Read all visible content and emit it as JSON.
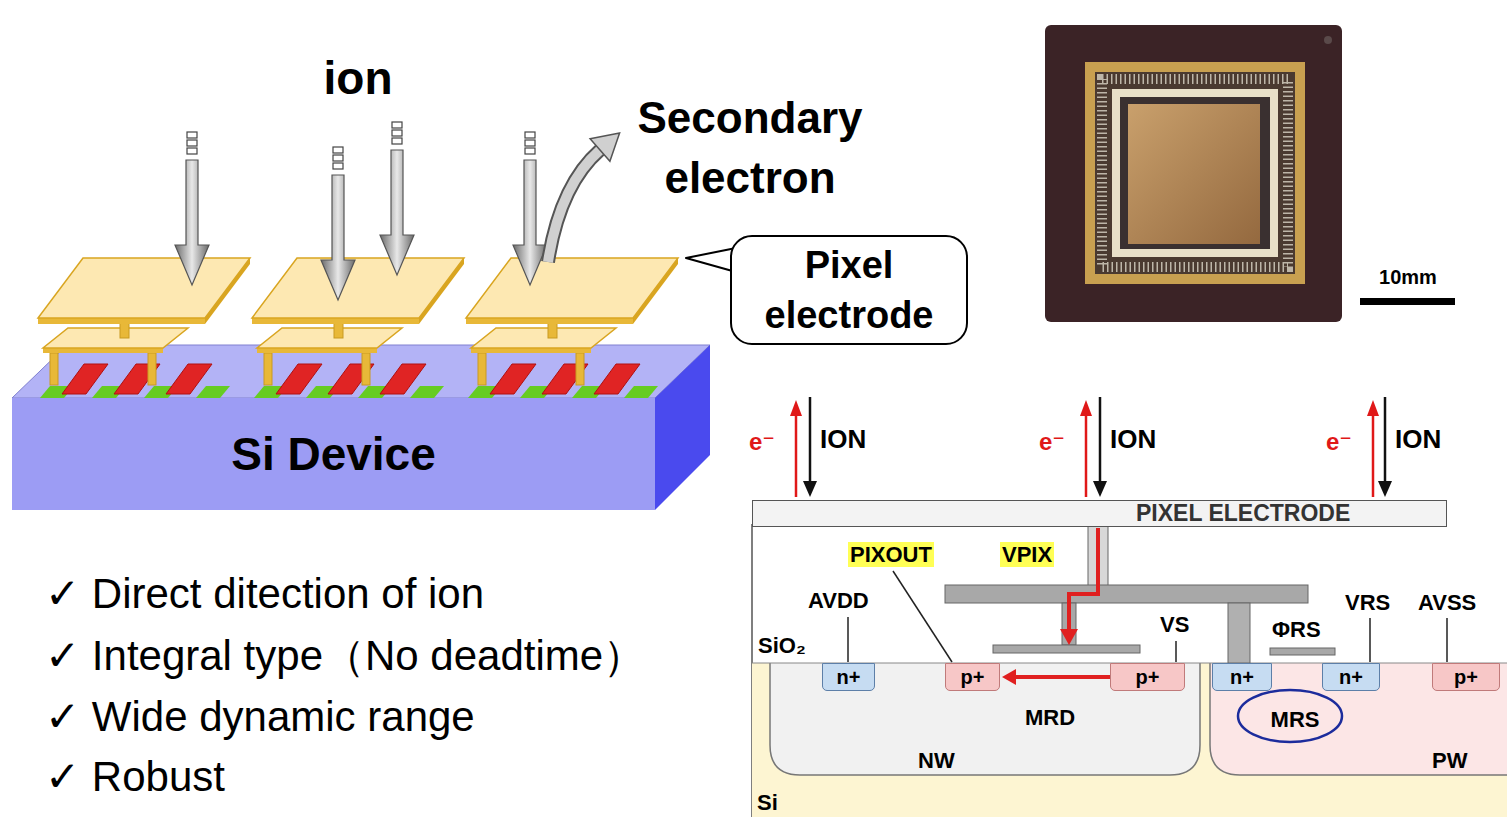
{
  "diagram": {
    "nodes": [
      {
        "text": [
          "Pixel electrode"
        ]
      },
      {
        "text": [
          "Si Device"
        ]
      },
      {
        "text": [
          "PIXEL ELECTRODE"
        ]
      },
      {
        "text": [
          "Si"
        ]
      },
      {
        "text": [
          "NW"
        ],
        "in": 3
      },
      {
        "text": [
          "n+"
        ],
        "in": 4
      },
      {
        "text": [
          "p+"
        ],
        "in": 4
      },
      {
        "text": [
          "p+"
        ],
        "in": 4
      },
      {
        "text": [
          "PW"
        ],
        "in": 3
      },
      {
        "text": [
          "n+"
        ],
        "in": 8
      },
      {
        "text": [
          "n+"
        ],
        "in": 8
      },
      {
        "text": [
          "p+"
        ],
        "in": 8
      }
    ],
    "labels": [
      "ion",
      "Secondary electron",
      "✓ Direct ditection of ion",
      "✓ Integral type（No deadtime）",
      "✓ Wide dynamic range",
      "✓ Robust",
      "10mm",
      "e⁻",
      "ION",
      "e⁻",
      "ION",
      "e⁻",
      "ION",
      "PIXOUT",
      "VPIX",
      "AVDD",
      "SiO₂",
      "VS",
      "ΦRS",
      "VRS",
      "AVSS",
      "MRD",
      "MRS"
    ]
  }
}
